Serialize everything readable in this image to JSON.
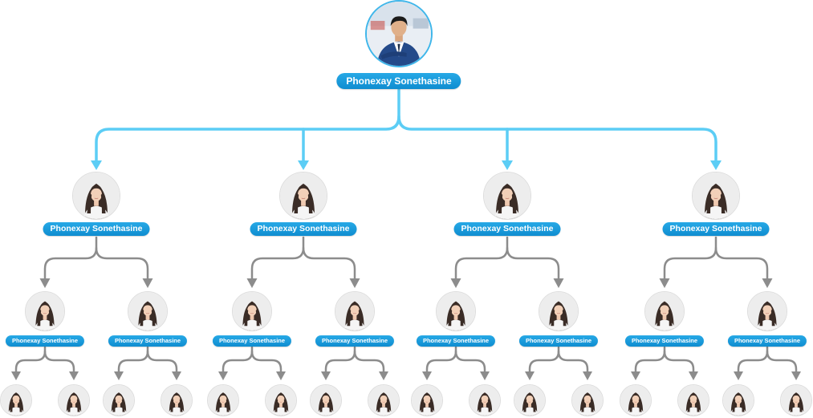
{
  "org_chart": {
    "root": {
      "name": "Phonexay Sonethasine",
      "photo_icon": "man-in-suit-photo-icon",
      "children": [
        {
          "name": "Phonexay Sonethasine",
          "photo_icon": "woman-portrait-photo-icon",
          "children": [
            {
              "name": "Phonexay Sonethasine",
              "photo_icon": "woman-portrait-photo-icon",
              "children": [
                {
                  "photo_icon": "woman-portrait-photo-icon"
                },
                {
                  "photo_icon": "woman-portrait-photo-icon"
                }
              ]
            },
            {
              "name": "Phonexay Sonethasine",
              "photo_icon": "woman-portrait-photo-icon",
              "children": [
                {
                  "photo_icon": "woman-portrait-photo-icon"
                },
                {
                  "photo_icon": "woman-portrait-photo-icon"
                }
              ]
            }
          ]
        },
        {
          "name": "Phonexay Sonethasine",
          "photo_icon": "woman-portrait-photo-icon",
          "children": [
            {
              "name": "Phonexay Sonethasine",
              "photo_icon": "woman-portrait-photo-icon",
              "children": [
                {
                  "photo_icon": "woman-portrait-photo-icon"
                },
                {
                  "photo_icon": "woman-portrait-photo-icon"
                }
              ]
            },
            {
              "name": "Phonexay Sonethasine",
              "photo_icon": "woman-portrait-photo-icon",
              "children": [
                {
                  "photo_icon": "woman-portrait-photo-icon"
                },
                {
                  "photo_icon": "woman-portrait-photo-icon"
                }
              ]
            }
          ]
        },
        {
          "name": "Phonexay Sonethasine",
          "photo_icon": "woman-portrait-photo-icon",
          "children": [
            {
              "name": "Phonexay Sonethasine",
              "photo_icon": "woman-portrait-photo-icon",
              "children": [
                {
                  "photo_icon": "woman-portrait-photo-icon"
                },
                {
                  "photo_icon": "woman-portrait-photo-icon"
                }
              ]
            },
            {
              "name": "Phonexay Sonethasine",
              "photo_icon": "woman-portrait-photo-icon",
              "children": [
                {
                  "photo_icon": "woman-portrait-photo-icon"
                },
                {
                  "photo_icon": "woman-portrait-photo-icon"
                }
              ]
            }
          ]
        },
        {
          "name": "Phonexay Sonethasine",
          "photo_icon": "woman-portrait-photo-icon",
          "children": [
            {
              "name": "Phonexay Sonethasine",
              "photo_icon": "woman-portrait-photo-icon",
              "children": [
                {
                  "photo_icon": "woman-portrait-photo-icon"
                },
                {
                  "photo_icon": "woman-portrait-photo-icon"
                }
              ]
            },
            {
              "name": "Phonexay Sonethasine",
              "photo_icon": "woman-portrait-photo-icon",
              "children": [
                {
                  "photo_icon": "woman-portrait-photo-icon"
                },
                {
                  "photo_icon": "woman-portrait-photo-icon"
                }
              ]
            }
          ]
        }
      ]
    }
  },
  "colors": {
    "label_fill": "#1a9ee0",
    "label_text": "#ffffff",
    "top_connector": "#5ccdf5",
    "lower_connector": "#8c8c8c",
    "avatar_ring": "#dddddd",
    "root_ring": "#3fb6ea"
  }
}
